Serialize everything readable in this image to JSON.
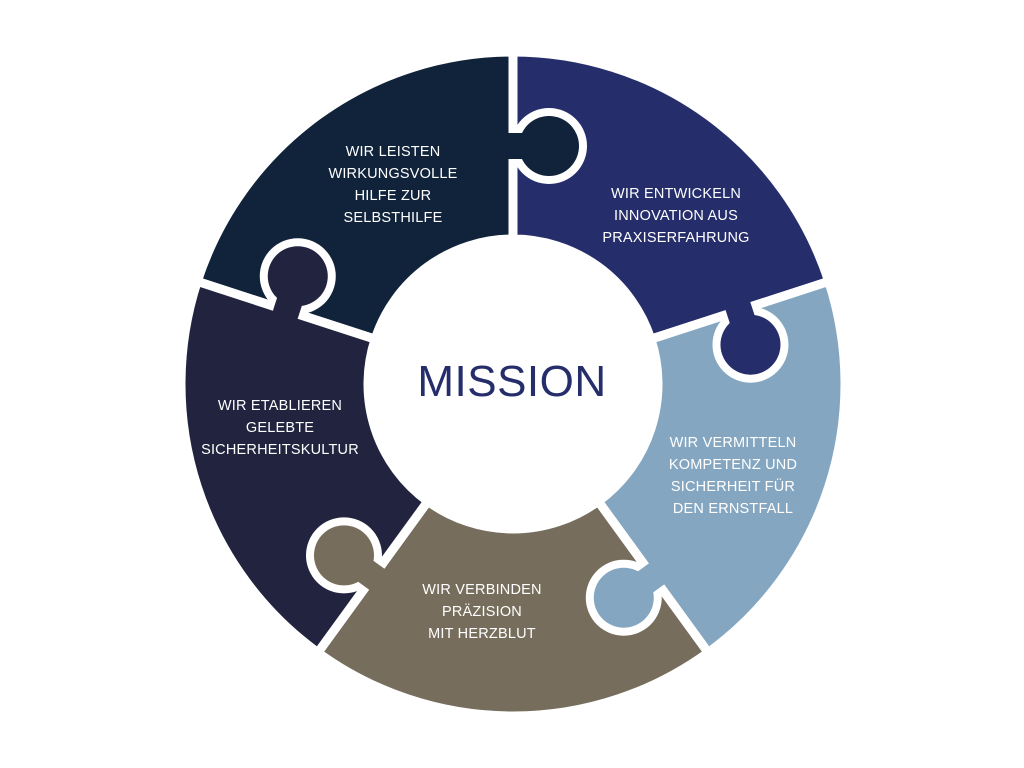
{
  "center": {
    "title": "MISSION",
    "color": "#252d6b"
  },
  "pieces": [
    {
      "lines": [
        "WIR LEISTEN",
        "WIRKUNGSVOLLE",
        "HILFE ZUR",
        "SELBSTHILFE"
      ],
      "color": "#10233a"
    },
    {
      "lines": [
        "WIR ENTWICKELN",
        "INNOVATION AUS",
        "PRAXISERFAHRUNG"
      ],
      "color": "#252d6b"
    },
    {
      "lines": [
        "WIR VERMITTELN",
        "KOMPETENZ UND",
        "SICHERHEIT FÜR",
        "DEN ERNSTFALL"
      ],
      "color": "#84a6c0"
    },
    {
      "lines": [
        "WIR VERBINDEN",
        "PRÄZISION",
        "MIT HERZBLUT"
      ],
      "color": "#766d5c"
    },
    {
      "lines": [
        "WIR ETABLIEREN",
        "GELEBTE",
        "SICHERHEITSKULTUR"
      ],
      "color": "#22233f"
    }
  ]
}
